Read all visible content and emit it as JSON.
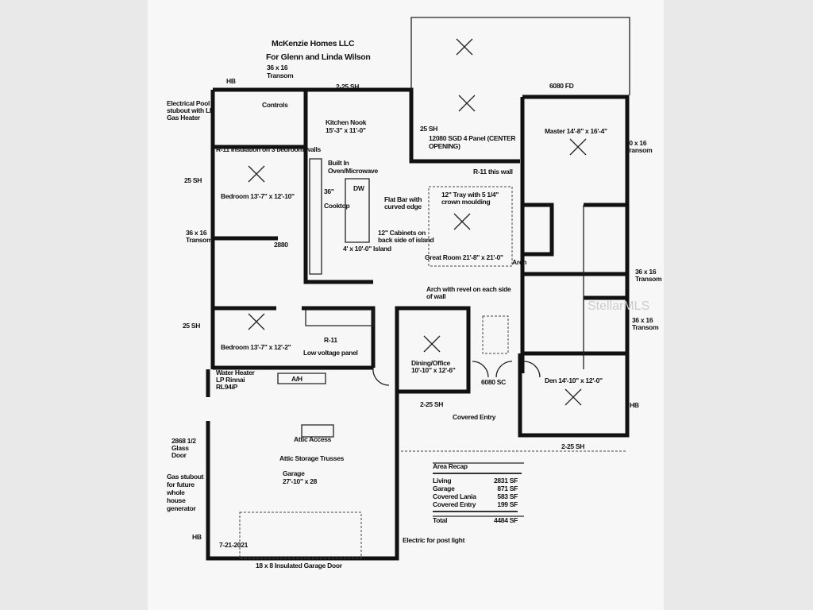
{
  "header": {
    "company": "McKenzie Homes LLC",
    "client": "For Glenn and Linda Wilson"
  },
  "labels": {
    "transom_top": "36 x 16",
    "transom_top2": "Transom",
    "hb_top": "HB",
    "sh_top": "2-25 SH",
    "pool": [
      "Electrical Pool",
      "stubout with LP",
      "Gas Heater"
    ],
    "controls": "Controls",
    "r11_bedroom": "R-11 Insulation on 3 bedroom walls",
    "sh_bed1": "25 SH",
    "bedroom1": "Bedroom 13'-7\" x 12'-10\"",
    "transom_bath": [
      "36 x 16",
      "Transom"
    ],
    "door_2880": "2880",
    "kitchen_nook": [
      "Kitchen Nook",
      "15'-3\" x 11'-0\""
    ],
    "oven": [
      "Built In",
      "Oven/Microwave"
    ],
    "size_36": "36\"",
    "cooktop": "Cooktop",
    "dw": "DW",
    "flat_bar": [
      "Flat Bar with",
      "curved edge"
    ],
    "cabinets": [
      "12\" Cabinets on",
      "back side of island"
    ],
    "island": "4' x 10'-0\" Island",
    "sh_lanai": "25 SH",
    "sgd": [
      "12080 SGD 4 Panel (CENTER",
      "OPENING)"
    ],
    "fd": "6080 FD",
    "r11_wall": "R-11 this wall",
    "tray": [
      "12\" Tray with 5 1/4\"",
      "crown moulding"
    ],
    "great_room": "Great Room 21'-8\" x 21'-0\"",
    "arch": "Arch",
    "arch_revel": [
      "Arch with revel on each side",
      "of wall"
    ],
    "master": "Master 14'-8\" x 16'-4\"",
    "transom_master": [
      "60 x 16",
      "Transom"
    ],
    "transom_mbath1": [
      "36 x 16",
      "Transom"
    ],
    "transom_mbath2": [
      "36 x 16",
      "Transom"
    ],
    "watermark": "StellarMLS",
    "sh_bed2": "25 SH",
    "bedroom2": "Bedroom 13'-7\" x 12'-2\"",
    "r11": "R-11",
    "low_voltage": "Low voltage panel",
    "water_heater": [
      "Water Heater",
      "LP Rinnai",
      "RL94iP"
    ],
    "ah": "A/H",
    "dining": [
      "Dining/Office",
      "10'-10\" x 12'-6\""
    ],
    "sc": "6080 SC",
    "sh_dining": "2-25 SH",
    "den": "Den 14'-10\" x 12'-0\"",
    "hb_den": "HB",
    "covered_entry": "Covered Entry",
    "sh_den": "2-25 SH",
    "glass_door": [
      "2868 1/2",
      "Glass",
      "Door"
    ],
    "attic_access": "Attic Access",
    "attic_storage": "Attic Storage Trusses",
    "garage": [
      "Garage",
      "27'-10\" x 28"
    ],
    "gas": [
      "Gas stubout",
      "for future",
      "whole",
      "house",
      "generator"
    ],
    "hb_garage": "HB",
    "date": "7-21-2021",
    "garage_door": "18 x 8 Insulated Garage Door",
    "post_light": "Electric for post light"
  },
  "area_recap": {
    "title": "Area Recap",
    "rows": [
      {
        "label": "Living",
        "value": "2831 SF"
      },
      {
        "label": "Garage",
        "value": "871 SF"
      },
      {
        "label": "Covered Lania",
        "value": "583 SF"
      },
      {
        "label": "Covered Entry",
        "value": "199 SF"
      }
    ],
    "total_label": "Total",
    "total_value": "4484 SF"
  }
}
